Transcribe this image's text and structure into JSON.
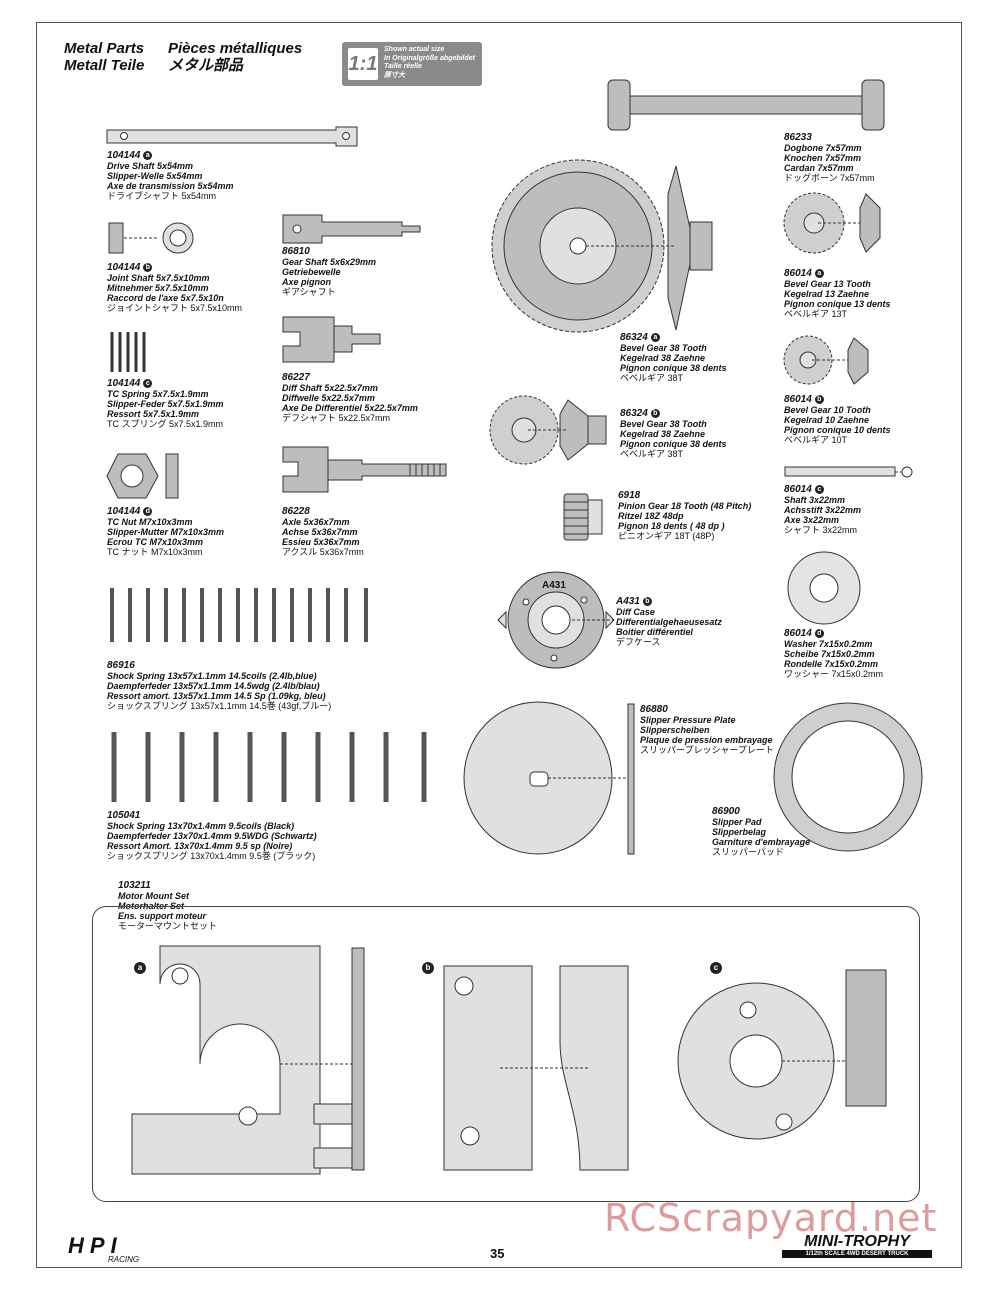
{
  "header": {
    "title_en": "Metal Parts",
    "title_de": "Metall Teile",
    "title_fr": "Pièces métalliques",
    "title_jp": "メタル部品"
  },
  "scale_badge": {
    "scale": "1:1",
    "line1": "Shown actual size",
    "line2": "In Originalgröße abgebildet",
    "line3": "Taille réelle",
    "line4": "原寸大"
  },
  "parts": {
    "p104144a": {
      "number": "104144",
      "marker": "a",
      "en": "Drive Shaft 5x54mm",
      "de": "Slipper-Welle 5x54mm",
      "fr": "Axe de transmission 5x54mm",
      "jp": "ドライブシャフト 5x54mm"
    },
    "p104144b": {
      "number": "104144",
      "marker": "b",
      "en": "Joint Shaft 5x7.5x10mm",
      "de": "Mitnehmer 5x7.5x10mm",
      "fr": "Raccord de l'axe 5x7.5x10n",
      "jp": "ジョイントシャフト 5x7.5x10mm"
    },
    "p104144c": {
      "number": "104144",
      "marker": "c",
      "en": "TC Spring 5x7.5x1.9mm",
      "de": "Slipper-Feder 5x7.5x1.9mm",
      "fr": "Ressort 5x7.5x1.9mm",
      "jp": "TC スプリング 5x7.5x1.9mm"
    },
    "p104144d": {
      "number": "104144",
      "marker": "d",
      "en": "TC Nut M7x10x3mm",
      "de": "Slipper-Mutter M7x10x3mm",
      "fr": "Ecrou TC M7x10x3mm",
      "jp": "TC ナット M7x10x3mm"
    },
    "p86810": {
      "number": "86810",
      "en": "Gear Shaft 5x6x29mm",
      "de": "Getriebewelle",
      "fr": "Axe pignon",
      "jp": "ギアシャフト"
    },
    "p86227": {
      "number": "86227",
      "en": "Diff Shaft 5x22.5x7mm",
      "de": "Diffwelle 5x22.5x7mm",
      "fr": "Axe De Differentiel 5x22.5x7mm",
      "jp": "デフシャフト 5x22.5x7mm"
    },
    "p86228": {
      "number": "86228",
      "en": "Axle 5x36x7mm",
      "de": "Achse 5x36x7mm",
      "fr": "Essieu 5x36x7mm",
      "jp": "アクスル 5x36x7mm"
    },
    "p86916": {
      "number": "86916",
      "en": "Shock Spring 13x57x1.1mm 14.5coils (2.4lb,blue)",
      "de": "Daempferfeder 13x57x1.1mm 14.5wdg (2.4lb/blau)",
      "fr": "Ressort amort. 13x57x1.1mm 14.5 Sp (1.09kg, bleu)",
      "jp": "ショックスプリング 13x57x1.1mm 14.5巻 (43gf,ブルー)"
    },
    "p105041": {
      "number": "105041",
      "en": "Shock Spring 13x70x1.4mm 9.5coils (Black)",
      "de": "Daempferfeder 13x70x1.4mm 9.5WDG (Schwartz)",
      "fr": "Ressort Amort. 13x70x1.4mm 9.5 sp (Noire)",
      "jp": "ショックスプリング 13x70x1.4mm 9.5巻 (ブラック)"
    },
    "p86233": {
      "number": "86233",
      "en": "Dogbone 7x57mm",
      "de": "Knochen 7x57mm",
      "fr": "Cardan 7x57mm",
      "jp": "ドッグボーン 7x57mm"
    },
    "p86324a": {
      "number": "86324",
      "marker": "a",
      "en": "Bevel Gear 38 Tooth",
      "de": "Kegelrad 38 Zaehne",
      "fr": "Pignon conique 38 dents",
      "jp": "ベベルギア 38T"
    },
    "p86324b": {
      "number": "86324",
      "marker": "b",
      "en": "Bevel Gear 38 Tooth",
      "de": "Kegelrad 38 Zaehne",
      "fr": "Pignon conique 38 dents",
      "jp": "ベベルギア 38T"
    },
    "p86014a": {
      "number": "86014",
      "marker": "a",
      "en": "Bevel Gear 13 Tooth",
      "de": "Kegelrad 13 Zaehne",
      "fr": "Pignon conique 13 dents",
      "jp": "ベベルギア 13T"
    },
    "p86014b": {
      "number": "86014",
      "marker": "b",
      "en": "Bevel Gear 10 Tooth",
      "de": "Kegelrad 10 Zaehne",
      "fr": "Pignon conique 10 dents",
      "jp": "ベベルギア 10T"
    },
    "p86014c": {
      "number": "86014",
      "marker": "c",
      "en": "Shaft 3x22mm",
      "de": "Achsstift 3x22mm",
      "fr": "Axe 3x22mm",
      "jp": "シャフト 3x22mm"
    },
    "p86014d": {
      "number": "86014",
      "marker": "d",
      "en": "Washer 7x15x0.2mm",
      "de": "Scheibe 7x15x0.2mm",
      "fr": "Rondelle 7x15x0.2mm",
      "jp": "ワッシャー 7x15x0.2mm"
    },
    "p6918": {
      "number": "6918",
      "en": "Pinion Gear 18 Tooth (48 Pitch)",
      "de": "Ritzel 18Z 48dp",
      "fr": "Pignon 18 dents ( 48 dp )",
      "jp": "ピニオンギア 18T (48P)"
    },
    "pA431": {
      "number": "A431",
      "marker": "b",
      "en": "Diff Case",
      "de": "Differentialgehaeusesatz",
      "fr": "Boitier différentiel",
      "jp": "デフケース"
    },
    "p86880": {
      "number": "86880",
      "en": "Slipper Pressure Plate",
      "de": "Slipperscheiben",
      "fr": "Plaque de pression embrayage",
      "jp": "スリッパープレッシャープレート"
    },
    "p86900": {
      "number": "86900",
      "en": "Slipper Pad",
      "de": "Slipperbelag",
      "fr": "Garniture d'embrayage",
      "jp": "スリッパーパッド"
    },
    "p103211": {
      "number": "103211",
      "en": "Motor Mount Set",
      "de": "Motorhalter Set",
      "fr": "Ens. support moteur",
      "jp": "モーターマウントセット"
    }
  },
  "diff_case_stamp": "A431",
  "motor_mount_markers": [
    "a",
    "b",
    "c"
  ],
  "footer": {
    "brand": "HPI",
    "brand_sub": "RACING",
    "page_number": "35",
    "product": "MINI-TROPHY",
    "product_sub": "1/12th SCALE 4WD DESERT TRUCK",
    "watermark": "RCScrapyard.net"
  }
}
